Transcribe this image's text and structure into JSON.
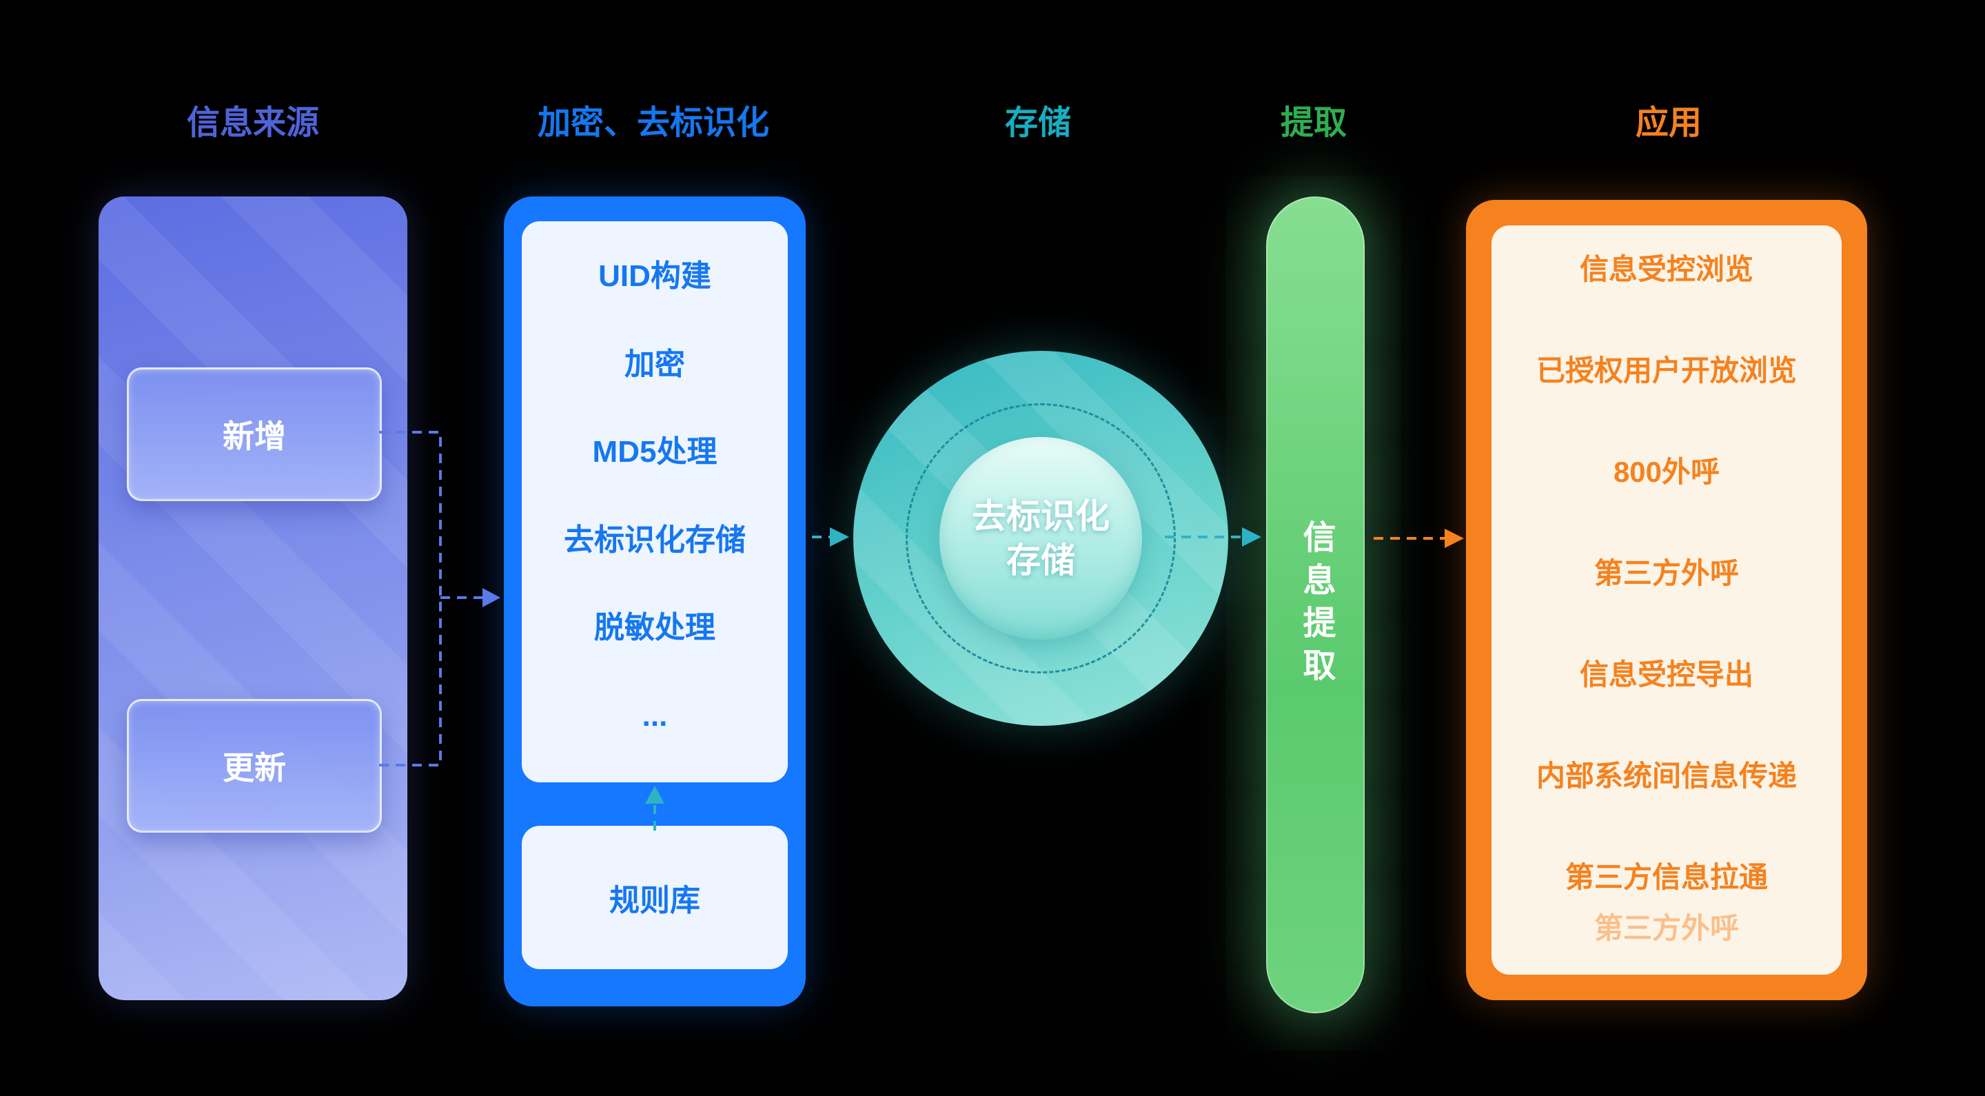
{
  "headers": [
    {
      "label": "信息来源",
      "color": "#4f63d8"
    },
    {
      "label": "加密、去标识化",
      "color": "#1677f0"
    },
    {
      "label": "存储",
      "color": "#17aec2"
    },
    {
      "label": "提取",
      "color": "#2fae52"
    },
    {
      "label": "应用",
      "color": "#f5821f"
    }
  ],
  "source": {
    "nodes": [
      {
        "label": "新增"
      },
      {
        "label": "更新"
      }
    ]
  },
  "encrypt": {
    "steps": [
      "UID构建",
      "加密",
      "MD5处理",
      "去标识化存储",
      "脱敏处理",
      "..."
    ],
    "rule_library": "规则库"
  },
  "storage": {
    "label_line1": "去标识化",
    "label_line2": "存储"
  },
  "extract": {
    "label": "信息提取"
  },
  "apps": {
    "items": [
      "信息受控浏览",
      "已授权用户开放浏览",
      "800外呼",
      "第三方外呼",
      "信息受控导出",
      "内部系统间信息传递",
      "第三方信息拉通",
      "第三方外呼"
    ]
  },
  "colors": {
    "background": "#000000",
    "source_panel": "#7c8cea",
    "encrypt_panel": "#1677ff",
    "storage_circle": "#4cc6c6",
    "extract_bar": "#62cf74",
    "apps_panel": "#f5821f",
    "arrow_blue": "#5b79e8",
    "arrow_teal": "#2fb3c4",
    "arrow_orange": "#f5821f"
  }
}
